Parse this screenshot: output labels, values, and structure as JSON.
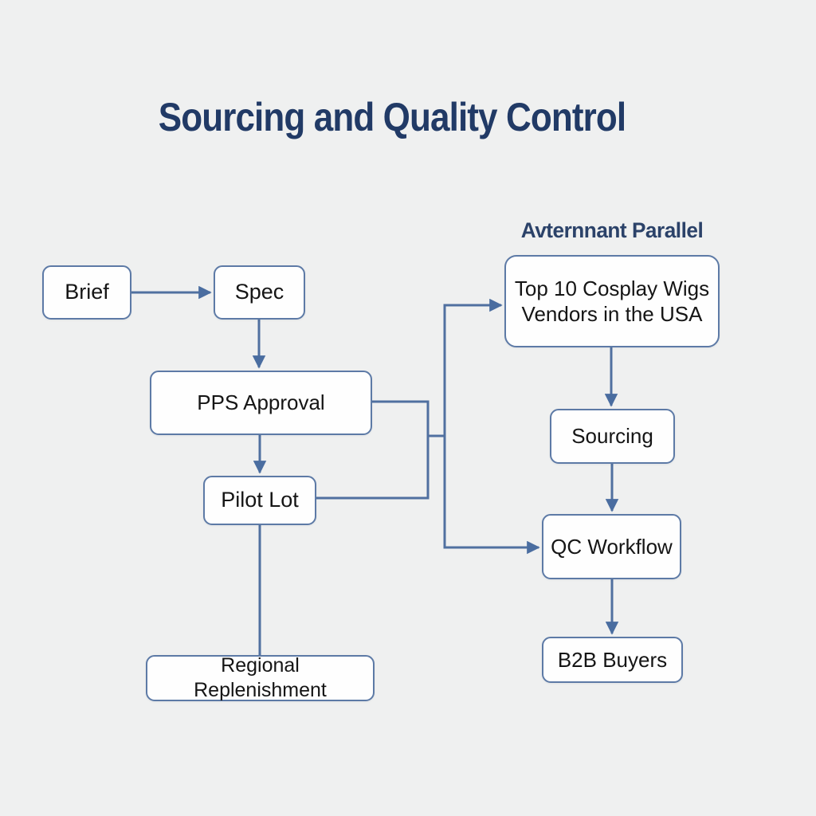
{
  "title": "Sourcing and Quality Control",
  "diagram": {
    "group_heading": "Avternnant Parallel",
    "nodes": [
      {
        "id": "brief",
        "label": "Brief"
      },
      {
        "id": "spec",
        "label": "Spec"
      },
      {
        "id": "pps-approval",
        "label": "PPS Approval"
      },
      {
        "id": "pilot-lot",
        "label": "Pilot Lot"
      },
      {
        "id": "regional-replenishment",
        "label": "Regional Replenishment"
      },
      {
        "id": "top-10-vendors",
        "label": "Top 10 Cosplay Wigs Vendors in the USA"
      },
      {
        "id": "sourcing",
        "label": "Sourcing"
      },
      {
        "id": "qc-workflow",
        "label": "QC Workflow"
      },
      {
        "id": "b2b-buyers",
        "label": "B2B Buyers"
      }
    ],
    "edges": [
      {
        "from": "brief",
        "to": "spec",
        "arrow": true
      },
      {
        "from": "spec",
        "to": "pps-approval",
        "arrow": true
      },
      {
        "from": "pps-approval",
        "to": "pilot-lot",
        "arrow": true
      },
      {
        "from": "pilot-lot",
        "to": "regional-replenishment",
        "arrow": false
      },
      {
        "from": "pps-approval",
        "to": "merge-junction",
        "arrow": false
      },
      {
        "from": "pilot-lot",
        "to": "merge-junction",
        "arrow": false
      },
      {
        "from": "merge-junction",
        "to": "top-10-vendors",
        "arrow": true
      },
      {
        "from": "merge-junction",
        "to": "qc-workflow",
        "arrow": true
      },
      {
        "from": "top-10-vendors",
        "to": "sourcing",
        "arrow": true
      },
      {
        "from": "sourcing",
        "to": "qc-workflow",
        "arrow": true
      },
      {
        "from": "qc-workflow",
        "to": "b2b-buyers",
        "arrow": true
      }
    ]
  },
  "colors": {
    "bg": "#eff0f0",
    "node-fill": "#fefefe",
    "node-border": "#5d7aa6",
    "line": "#5070a0",
    "arrow": "#4a6da0",
    "title": "#213a66",
    "heading": "#2b4269",
    "label": "#151515"
  }
}
